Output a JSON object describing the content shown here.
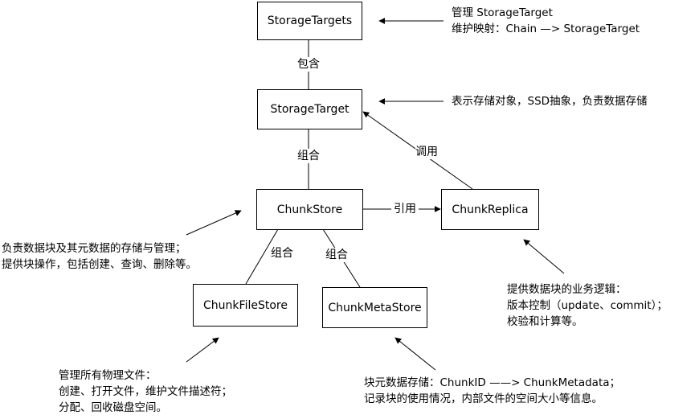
{
  "nodes": {
    "storage_targets": "StorageTargets",
    "storage_target": "StorageTarget",
    "chunk_store": "ChunkStore",
    "chunk_replica": "ChunkReplica",
    "chunk_file_store": "ChunkFileStore",
    "chunk_meta_store": "ChunkMetaStore"
  },
  "edge_labels": {
    "contains": "包含",
    "composes_target": "组合",
    "calls": "调用",
    "references": "引用",
    "composes_file": "组合",
    "composes_meta": "组合"
  },
  "notes": {
    "storage_targets": [
      "管理 StorageTarget",
      "维护映射：Chain —> StorageTarget"
    ],
    "storage_target": [
      "表示存储对象，SSD抽象，负责数据存储"
    ],
    "chunk_store": [
      "负责数据块及其元数据的存储与管理；",
      "提供块操作，包括创建、查询、删除等。"
    ],
    "chunk_replica": [
      "提供数据块的业务逻辑：",
      "版本控制（update、commit）；",
      "校验和计算等。"
    ],
    "chunk_file_store": [
      "管理所有物理文件：",
      "创建、打开文件，维护文件描述符；",
      "分配、回收磁盘空间。"
    ],
    "chunk_meta_store": [
      "块元数据存储：ChunkID ——> ChunkMetadata；",
      "记录块的使用情况，内部文件的空间大小等信息。"
    ]
  }
}
